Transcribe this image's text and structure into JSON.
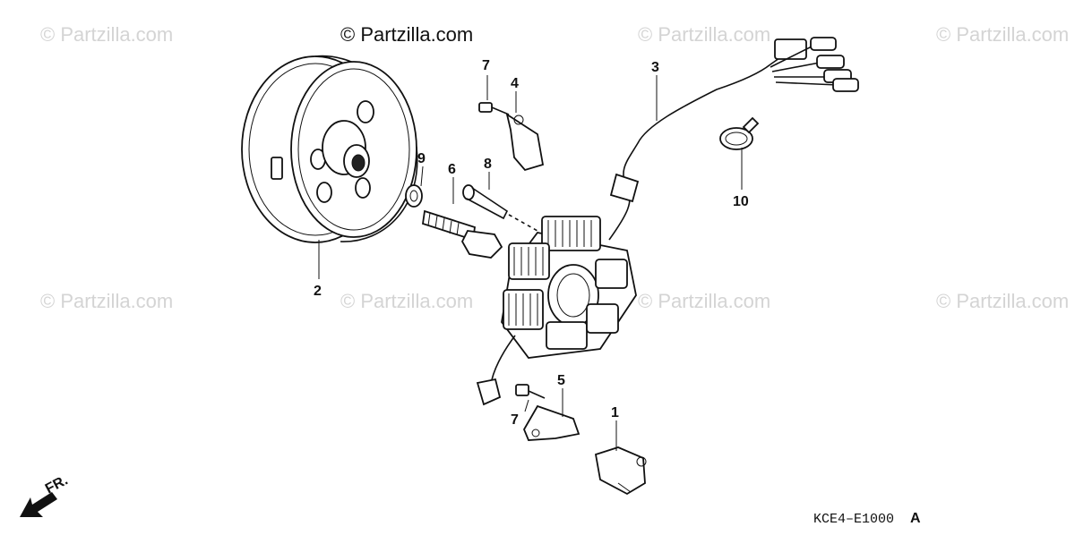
{
  "watermark": "© Partzilla.com",
  "copyright": "© Partzilla.com",
  "diagram_code": "KCE4–E1000",
  "diagram_code_suffix": "A",
  "front_indicator": "FR.",
  "callouts": {
    "flywheel": "2",
    "key_bolt": "7",
    "cord_clamp": "4",
    "wire_harness": "3",
    "washer": "9",
    "flange_bolt": "6",
    "stator_bolt": "8",
    "band_clip": "10",
    "lower_clamp": "5",
    "lower_bolt": "7",
    "pulse_generator": "1"
  }
}
